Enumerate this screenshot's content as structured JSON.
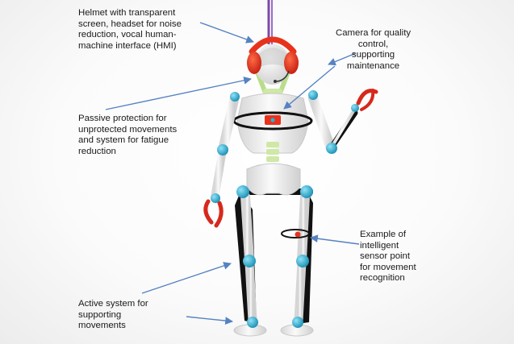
{
  "labels": {
    "helmet": "Helmet with transparent\nscreen, headset for noise\nreduction, vocal human-\nmachine interface (HMI)",
    "camera": "Camera for quality\ncontrol,\nsupporting\nmaintenance",
    "passive": "Passive protection for\nunprotected movements\nand system for fatigue\nreduction",
    "sensor": "Example of\nintelligent\nsensor point\nfor movement\nrecognition",
    "active": "Active system for\nsupporting\nmovements"
  },
  "colors": {
    "body": "#e9e9e9",
    "joint": "#2bb0d6",
    "headphones": "#e8321c",
    "gripper": "#d7281c",
    "frame": "#111111",
    "arrow": "#5582c2",
    "cable": "#7a4aa8",
    "spine": "#cfe8a6"
  }
}
